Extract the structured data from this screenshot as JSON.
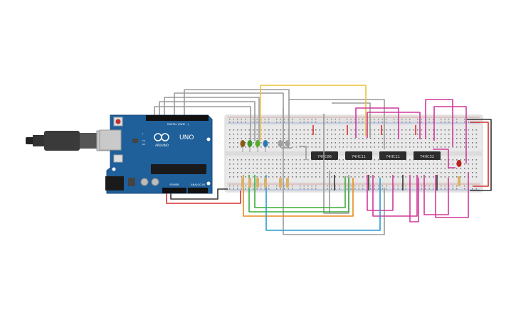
{
  "arduino": {
    "brand": "ARDUINO",
    "model": "UNO",
    "header_digital": "DIGITAL (PWM ~)",
    "header_power": "POWER",
    "header_analog": "ANALOG IN",
    "led_tx": "TX",
    "led_rx": "RX",
    "led_l": "L"
  },
  "chips": [
    {
      "label": "74HC86"
    },
    {
      "label": "74HC11"
    },
    {
      "label": "74HC11"
    },
    {
      "label": "74HC32"
    }
  ],
  "colors": {
    "board": "#1f5f9a",
    "breadboard": "#e9e9e9",
    "wire_gray": "#9a9a9a",
    "wire_yellow": "#e8c23a",
    "wire_magenta": "#d0399a",
    "wire_red": "#d83030",
    "wire_black": "#333333",
    "wire_green": "#3aae3a",
    "wire_orange": "#e88a1a",
    "wire_blue": "#2a9ad0"
  }
}
